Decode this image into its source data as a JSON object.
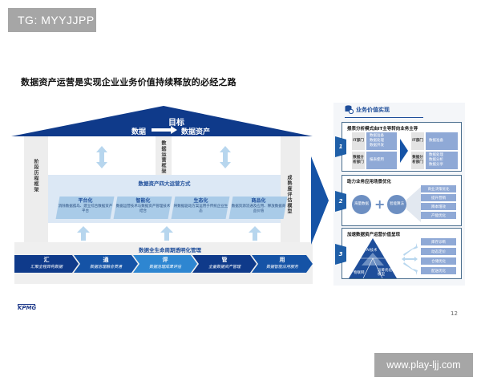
{
  "watermarks": {
    "top": "TG: MYYJJPP",
    "bottom": "www.play-ljj.com"
  },
  "slide": {
    "title": "数据资产运营是实现企业业务价值持续释放的必经之路",
    "page_number": "12",
    "logo": "KPMG"
  },
  "house": {
    "roof": {
      "goal_label": "目标",
      "from": "数据",
      "to": "数据资产"
    },
    "left_pillar": "阶段历程框架",
    "center_label": "数据运营框架",
    "right_pillar": "成熟度评估模型",
    "four_modes": {
      "title": "数据资产四大运营方式",
      "cards": [
        {
          "title": "平台化",
          "desc": "消除数据孤岛、建立综合数据资产平台"
        },
        {
          "title": "智能化",
          "desc": "数据运营技术与数据资产管理技术结合"
        },
        {
          "title": "生态化",
          "desc": "将数据驱动方案运用于传统企业生态"
        },
        {
          "title": "商品化",
          "desc": "数据资源流通及应用、释放数据商品价值"
        }
      ]
    },
    "base": {
      "title": "数据全生命周期透明化管理",
      "steps": [
        {
          "title": "汇",
          "desc": "汇聚全程异构数据"
        },
        {
          "title": "通",
          "desc": "数据治理融合贯通"
        },
        {
          "title": "评",
          "desc": "数据治理成果评估"
        },
        {
          "title": "管",
          "desc": "全量数据资产管理"
        },
        {
          "title": "用",
          "desc": "数据智能应用服务"
        }
      ]
    },
    "colors": {
      "navy": "#0f3a8a",
      "blue": "#1f5fa8",
      "light_blue": "#a9cbe8",
      "panel_bg": "#dce8f5",
      "arrow": "#b7d6ee"
    }
  },
  "value_panel": {
    "title": "业务价值实现",
    "sections": [
      {
        "num": "1",
        "title": "报表分析模式由IT主导转向业务主导",
        "before": [
          {
            "dept": "IT部门",
            "items": [
              "数据准备",
              "数据处理",
              "数据开发"
            ]
          },
          {
            "dept": "数据分析部门",
            "items": [
              "报表使用"
            ]
          }
        ],
        "after": [
          {
            "dept": "IT部门",
            "items": [
              "数据准备"
            ]
          },
          {
            "dept": "数据分析部门",
            "items": [
              "数据处理",
              "数据分析",
              "数据分享"
            ]
          }
        ]
      },
      {
        "num": "2",
        "title": "助力业务应用场景优化",
        "inputs": [
          "海量数据",
          "智能算法"
        ],
        "outputs": [
          "商业决策优化",
          "提升营销",
          "降本增效",
          "产能优化"
        ]
      },
      {
        "num": "3",
        "title": "加速数据资产运营价值呈现",
        "pyramid": [
          "AI技术",
          "物联网",
          "运筹优化模型"
        ],
        "outputs": [
          "库存诊断",
          "动态定价",
          "仓储优化",
          "配送优化"
        ]
      }
    ]
  }
}
